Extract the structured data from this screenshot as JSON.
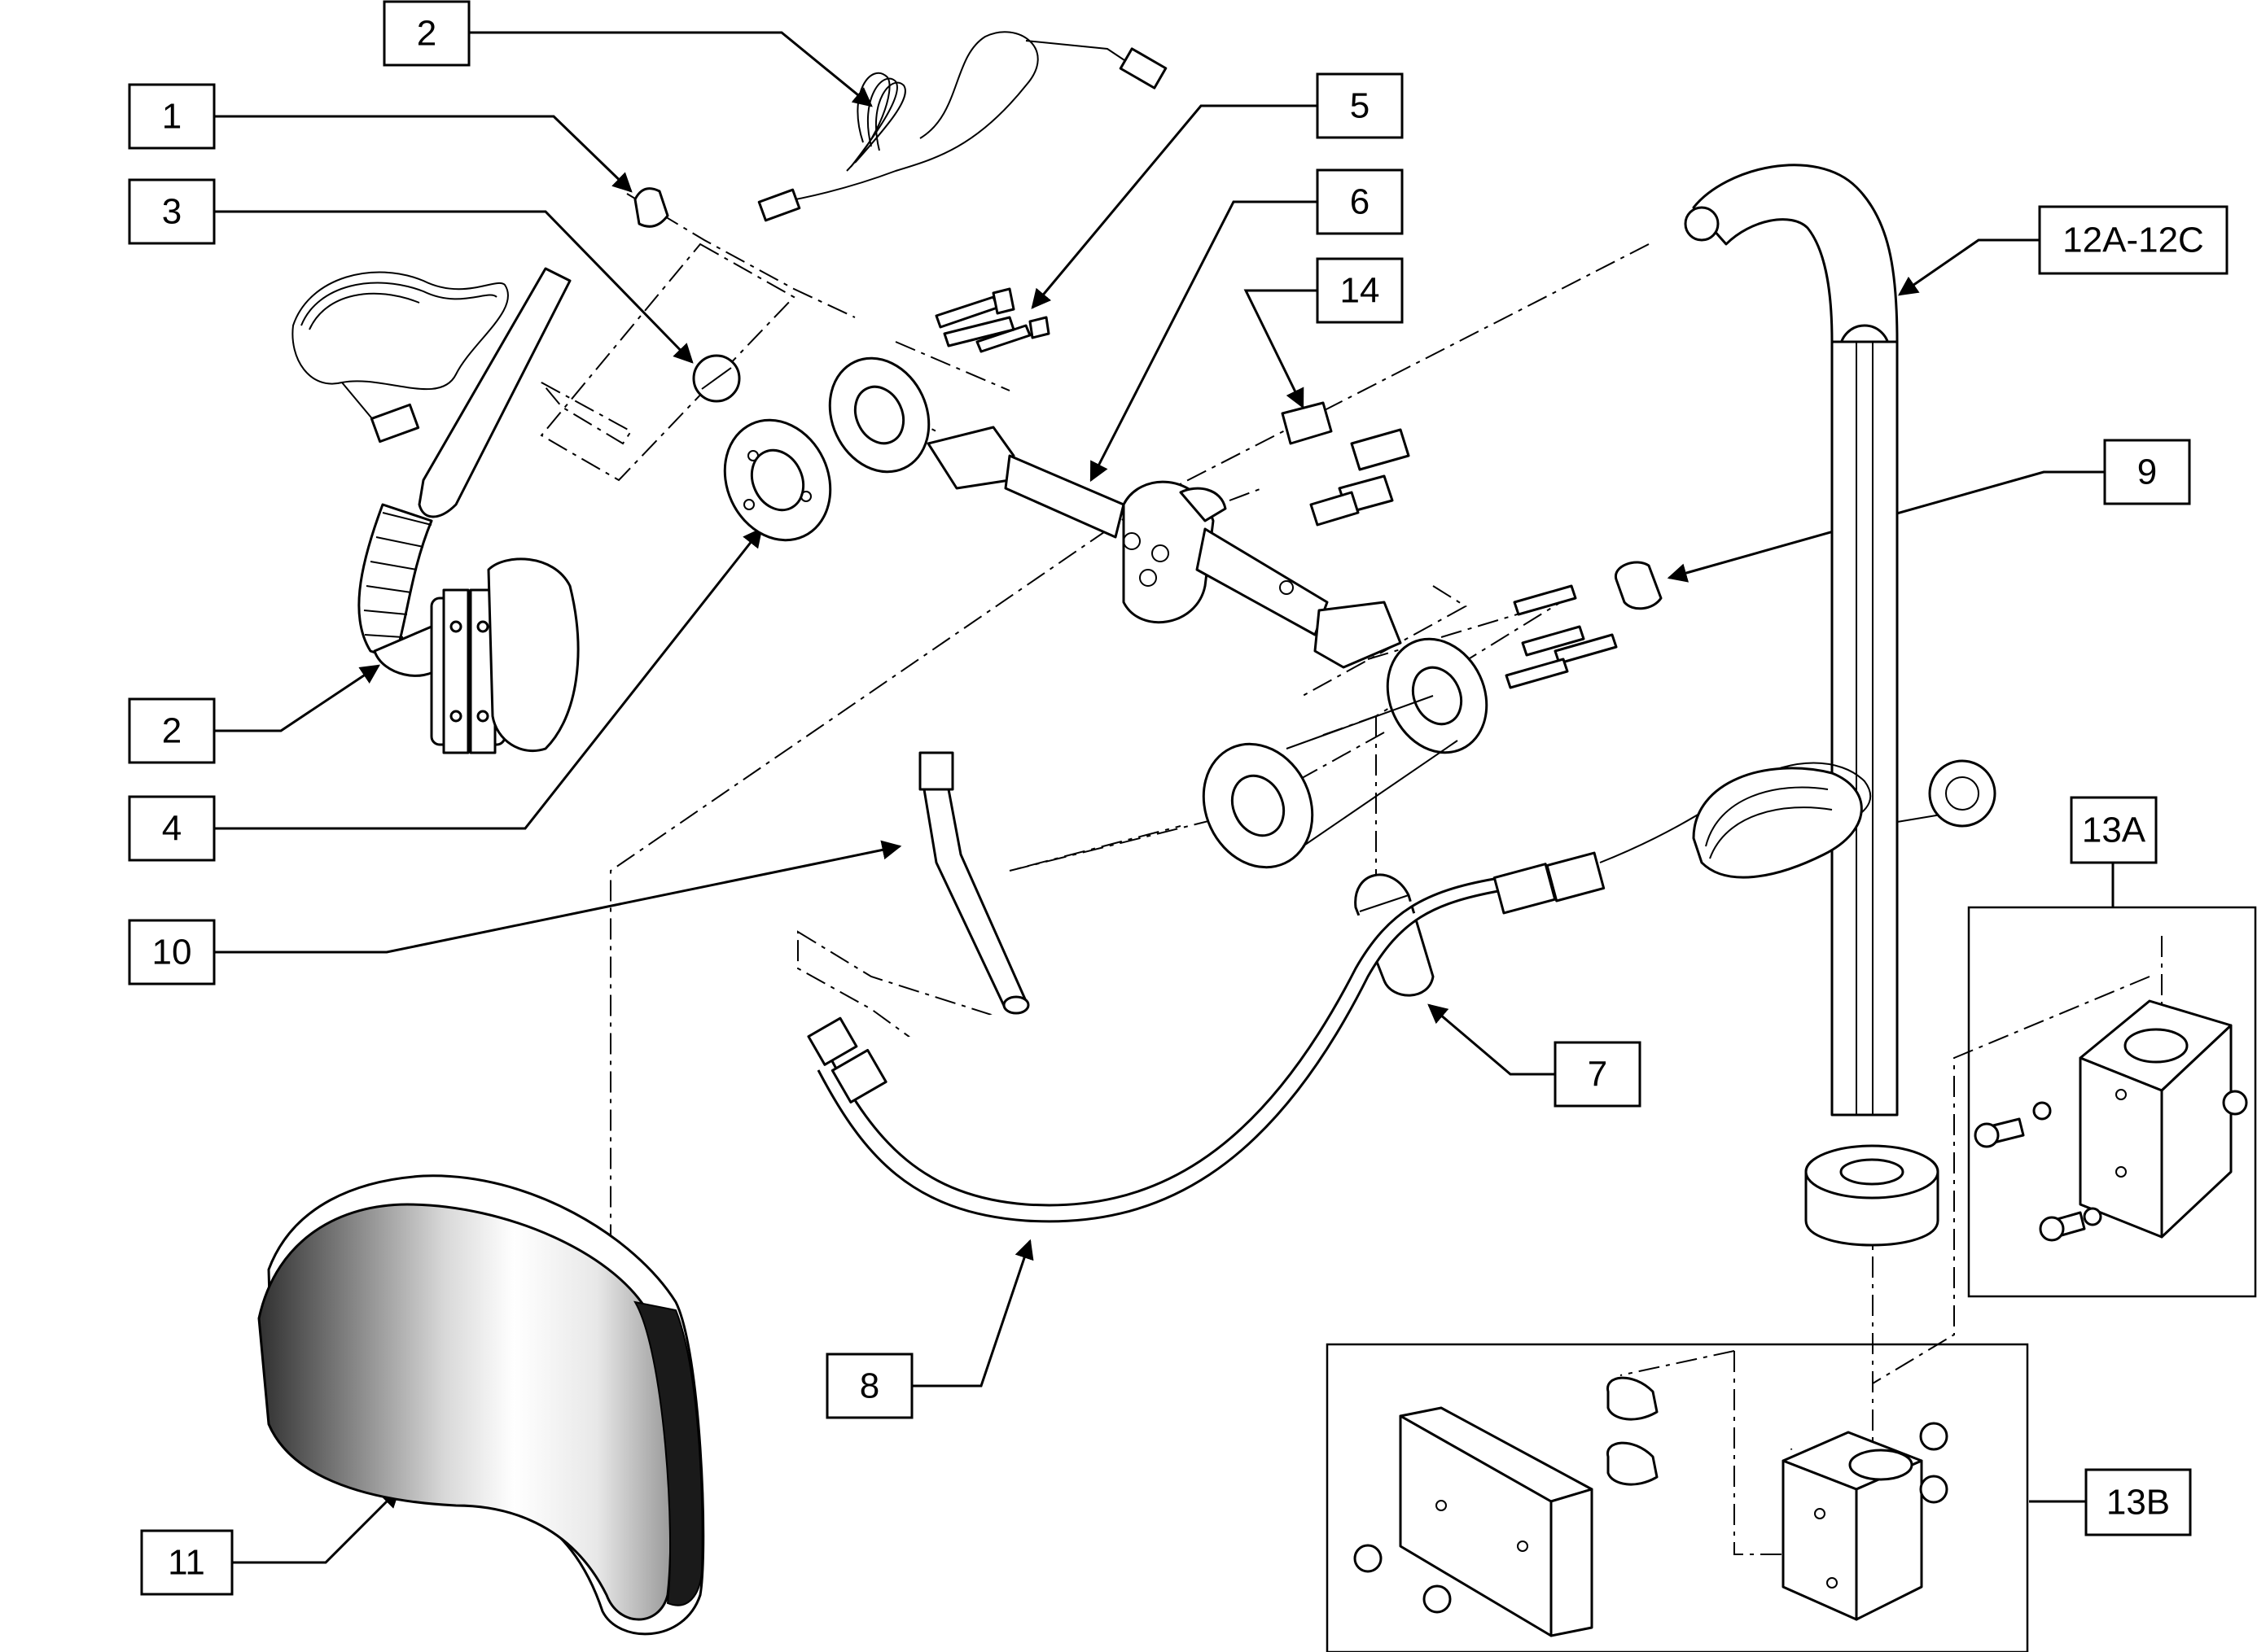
{
  "callouts": {
    "c1": "1",
    "c2_top": "2",
    "c3": "3",
    "c2_bottom": "2",
    "c4": "4",
    "c5": "5",
    "c6": "6",
    "c14": "14",
    "c12": "12A-12C",
    "c9": "9",
    "c10": "10",
    "c7": "7",
    "c8": "8",
    "c11": "11",
    "c13a": "13A",
    "c13b": "13B"
  }
}
